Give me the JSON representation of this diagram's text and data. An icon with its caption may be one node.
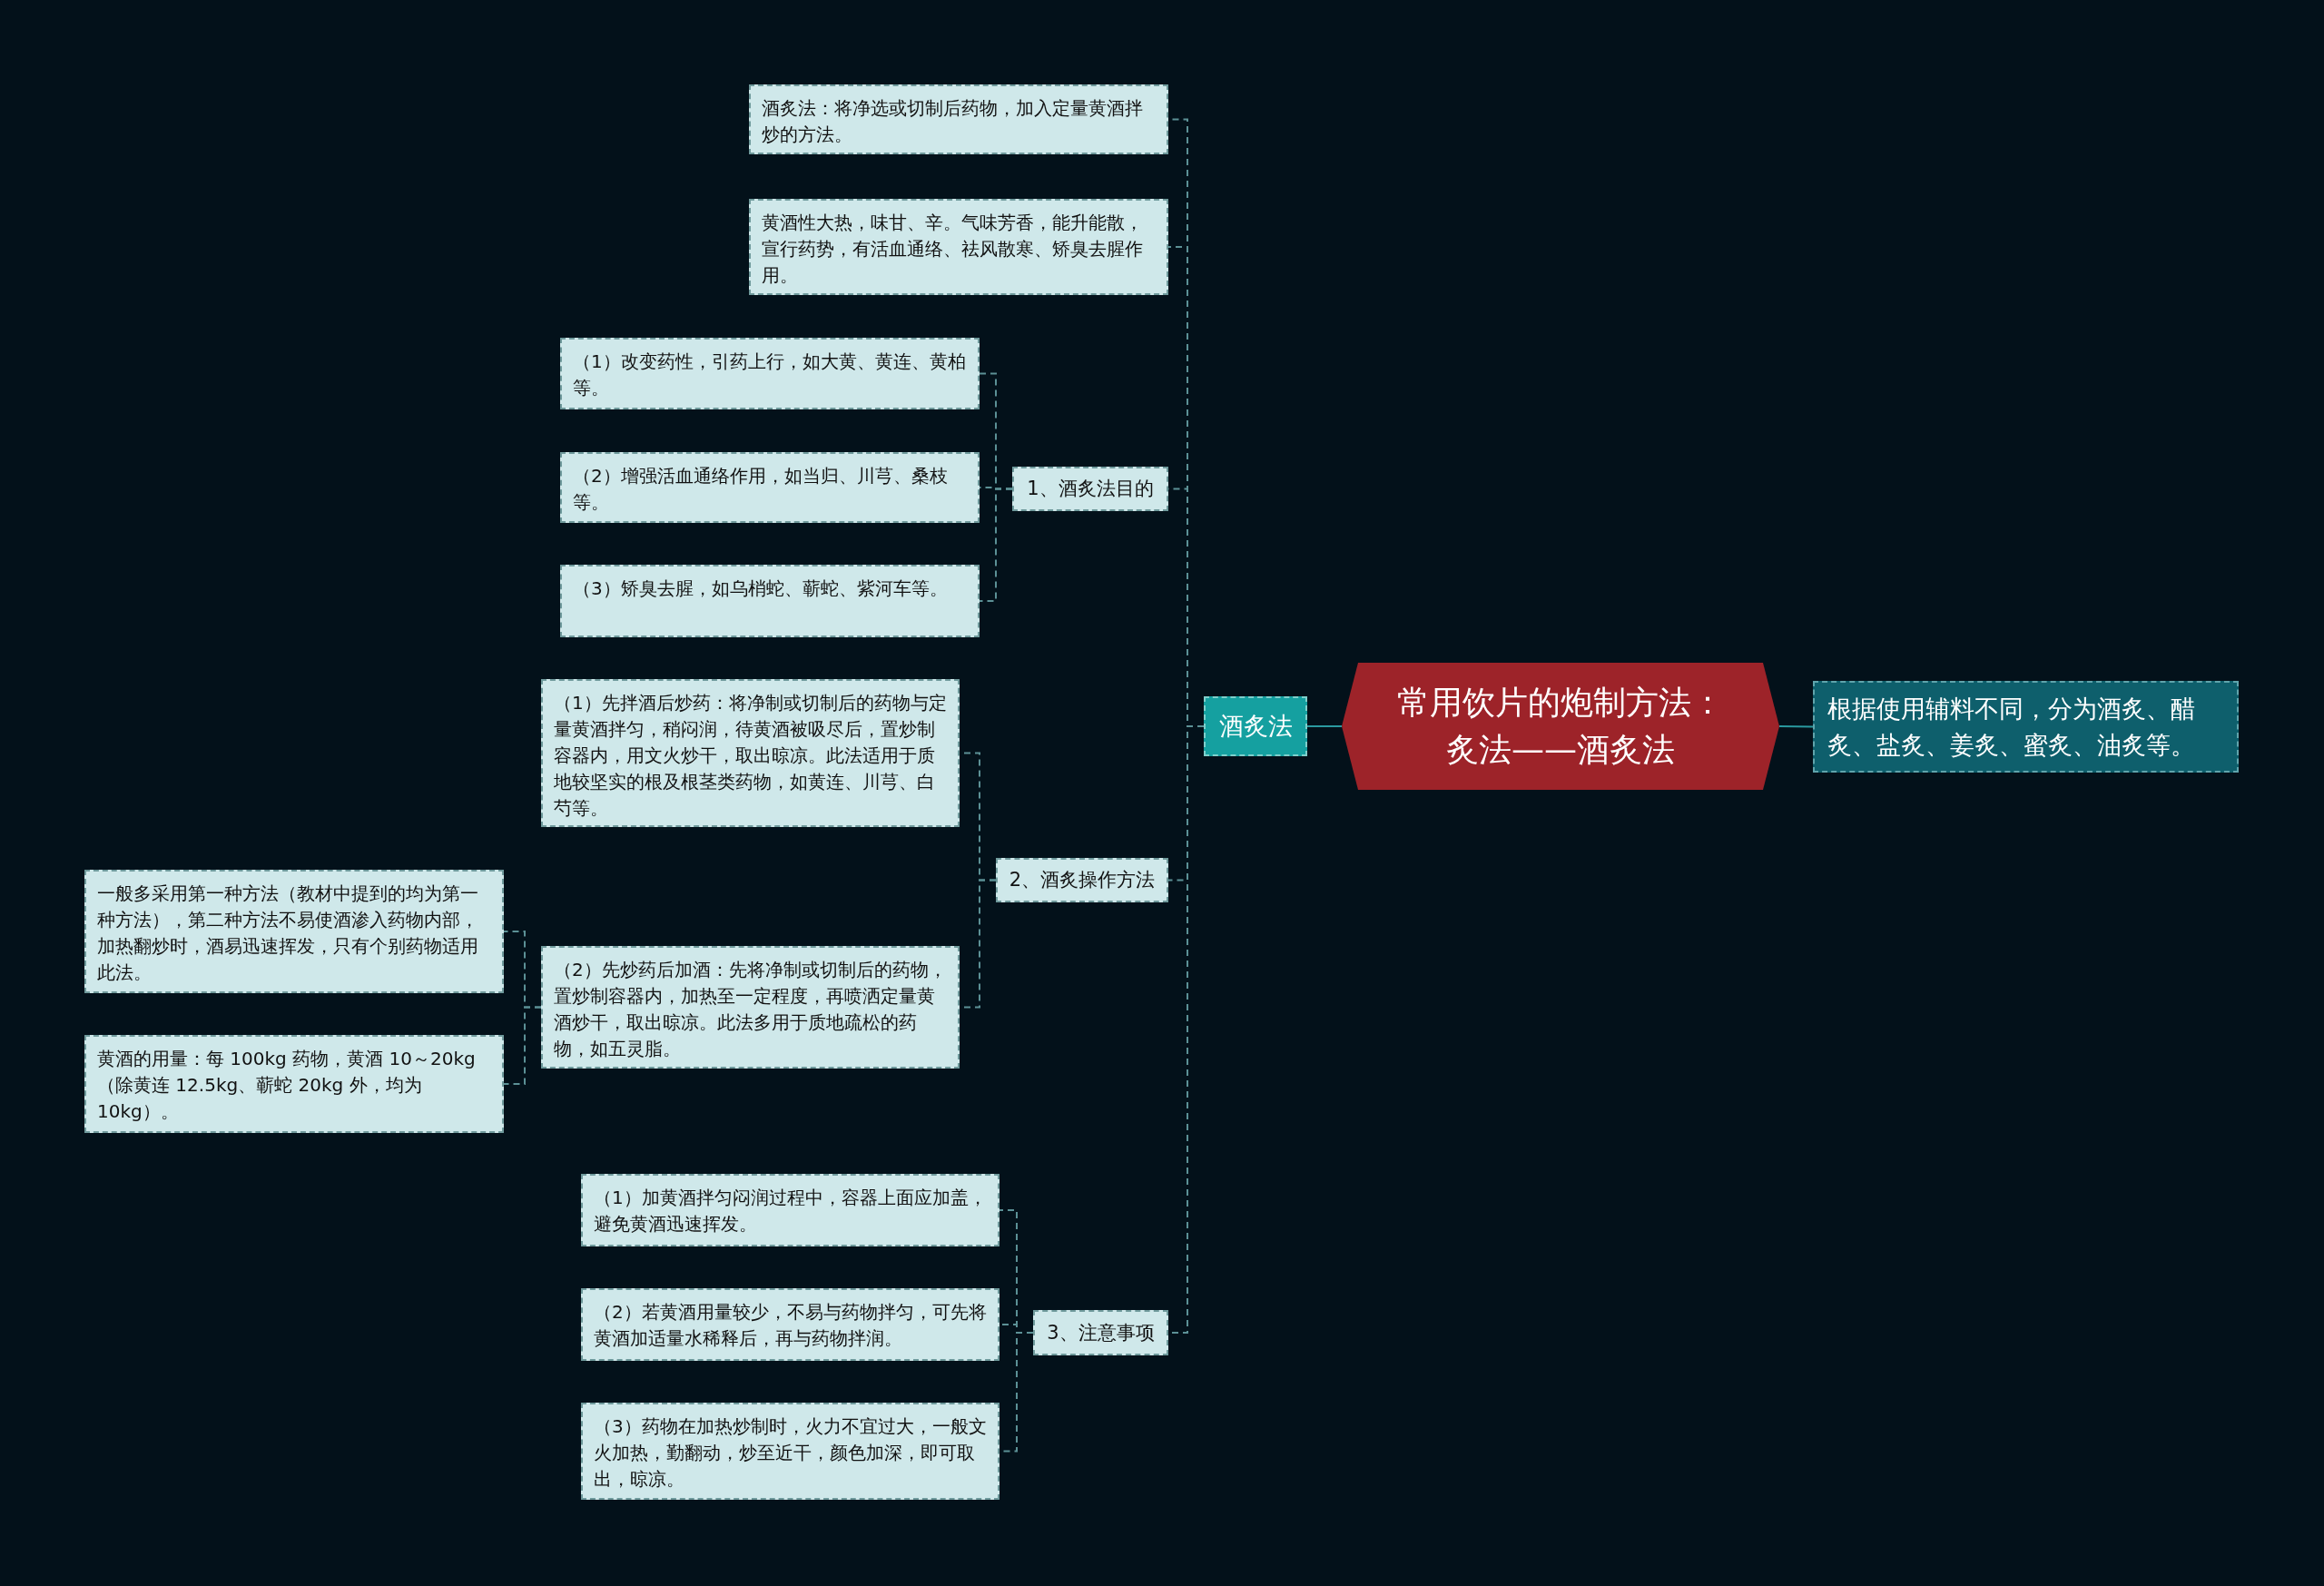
{
  "diagram": {
    "nodes": [
      {
        "text": [
          "常用饮片的炮制方法：炙法——酒炙法"
        ]
      },
      {
        "text": [
          "根据使用辅料不同，分为酒炙、醋炙、盐炙、姜炙、蜜炙、油炙等。"
        ]
      },
      {
        "text": [
          "酒炙法"
        ]
      },
      {
        "text": [
          "酒炙法：将净选或切制后药物，加入定量黄酒拌炒的方法。"
        ]
      },
      {
        "text": [
          "黄酒性大热，味甘、辛。气味芳香，能升能散，宣行药势，有活血通络、祛风散寒、矫臭去腥作用。"
        ]
      },
      {
        "text": [
          "1、酒炙法目的"
        ]
      },
      {
        "text": [
          "（1）改变药性，引药上行，如大黄、黄连、黄柏等。"
        ]
      },
      {
        "text": [
          "（2）增强活血通络作用，如当归、川芎、桑枝等。"
        ]
      },
      {
        "text": [
          "（3）矫臭去腥，如乌梢蛇、蕲蛇、紫河车等。"
        ]
      },
      {
        "text": [
          "2、酒炙操作方法"
        ]
      },
      {
        "text": [
          "（1）先拌酒后炒药：将净制或切制后的药物与定量黄酒拌匀，稍闷润，待黄酒被吸尽后，置炒制容器内，用文火炒干，取出晾凉。此法适用于质地较坚实的根及根茎类药物，如黄连、川芎、白芍等。"
        ]
      },
      {
        "text": [
          "（2）先炒药后加酒：先将净制或切制后的药物，置炒制容器内，加热至一定程度，再喷洒定量黄酒炒干，取出晾凉。此法多用于质地疏松的药物，如五灵脂。"
        ]
      },
      {
        "text": [
          "一般多采用第一种方法（教材中提到的均为第一种方法），第二种方法不易使酒渗入药物内部，加热翻炒时，酒易迅速挥发，只有个别药物适用此法。"
        ]
      },
      {
        "text": [
          "黄酒的用量：每 100kg 药物，黄酒 10～20kg（除黄连 12.5kg、蕲蛇 20kg 外，均为 10kg）。"
        ]
      },
      {
        "text": [
          "3、注意事项"
        ]
      },
      {
        "text": [
          "（1）加黄酒拌匀闷润过程中，容器上面应加盖，避免黄酒迅速挥发。"
        ]
      },
      {
        "text": [
          "（2）若黄酒用量较少，不易与药物拌匀，可先将黄酒加适量水稀释后，再与药物拌润。"
        ]
      },
      {
        "text": [
          "（3）药物在加热炒制时，火力不宜过大，一般文火加热，勤翻动，炒至近干，颜色加深，即可取出，晾凉。"
        ]
      }
    ],
    "edges": [
      {
        "from": 0,
        "to": 1,
        "arrow": "none"
      },
      {
        "from": 0,
        "to": 2,
        "arrow": "none"
      },
      {
        "from": 2,
        "to": 3,
        "arrow": "none",
        "style": "dashed"
      },
      {
        "from": 2,
        "to": 4,
        "arrow": "none",
        "style": "dashed"
      },
      {
        "from": 2,
        "to": 5,
        "arrow": "none",
        "style": "dashed"
      },
      {
        "from": 2,
        "to": 9,
        "arrow": "none",
        "style": "dashed"
      },
      {
        "from": 2,
        "to": 14,
        "arrow": "none",
        "style": "dashed"
      },
      {
        "from": 5,
        "to": 6,
        "arrow": "none",
        "style": "dashed"
      },
      {
        "from": 5,
        "to": 7,
        "arrow": "none",
        "style": "dashed"
      },
      {
        "from": 5,
        "to": 8,
        "arrow": "none",
        "style": "dashed"
      },
      {
        "from": 9,
        "to": 10,
        "arrow": "none",
        "style": "dashed"
      },
      {
        "from": 9,
        "to": 11,
        "arrow": "none",
        "style": "dashed"
      },
      {
        "from": 11,
        "to": 12,
        "arrow": "none",
        "style": "dashed"
      },
      {
        "from": 11,
        "to": 13,
        "arrow": "none",
        "style": "dashed"
      },
      {
        "from": 14,
        "to": 15,
        "arrow": "none",
        "style": "dashed"
      },
      {
        "from": 14,
        "to": 16,
        "arrow": "none",
        "style": "dashed"
      },
      {
        "from": 14,
        "to": 17,
        "arrow": "none",
        "style": "dashed"
      }
    ]
  }
}
